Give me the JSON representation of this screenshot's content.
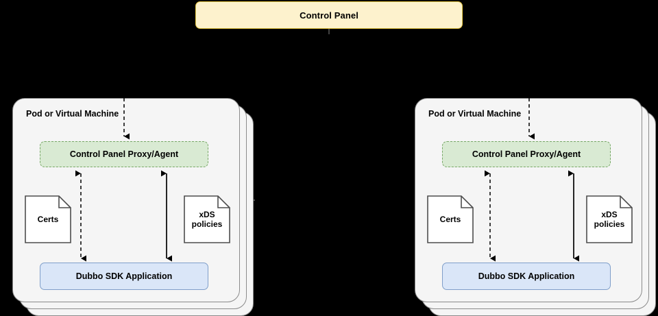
{
  "diagram": {
    "background_color": "#000000",
    "control_panel": {
      "label": "Control Panel",
      "fill": "#fdf2cd",
      "stroke": "#e8c742"
    },
    "pods": [
      {
        "id": "left",
        "title": "Pod or Virtual Machine",
        "stack_layers": 3,
        "fill": "#f5f5f5",
        "stroke": "#8a8a8a",
        "proxy": {
          "label": "Control Panel Proxy/Agent",
          "fill": "#d9ead3",
          "stroke": "#77a766",
          "stroke_style": "dashed"
        },
        "application": {
          "label": "Dubbo SDK Application",
          "fill": "#dae6f8",
          "stroke": "#7f9ec9",
          "stroke_style": "solid"
        },
        "documents": [
          {
            "id": "certs",
            "lines": [
              "Certs"
            ]
          },
          {
            "id": "xds",
            "lines": [
              "xDS",
              "policies"
            ]
          }
        ],
        "connectors": [
          {
            "id": "control-panel-to-proxy",
            "style": "dashed",
            "arrows": "down"
          },
          {
            "id": "proxy-to-app-certs",
            "style": "dashed",
            "arrows": "both"
          },
          {
            "id": "proxy-to-app-xds",
            "style": "solid",
            "arrows": "both"
          }
        ]
      },
      {
        "id": "right",
        "title": "Pod or Virtual Machine",
        "stack_layers": 3,
        "fill": "#f5f5f5",
        "stroke": "#8a8a8a",
        "proxy": {
          "label": "Control Panel Proxy/Agent",
          "fill": "#d9ead3",
          "stroke": "#77a766",
          "stroke_style": "dashed"
        },
        "application": {
          "label": "Dubbo SDK Application",
          "fill": "#dae6f8",
          "stroke": "#7f9ec9",
          "stroke_style": "solid"
        },
        "documents": [
          {
            "id": "certs",
            "lines": [
              "Certs"
            ]
          },
          {
            "id": "xds",
            "lines": [
              "xDS",
              "policies"
            ]
          }
        ],
        "connectors": [
          {
            "id": "control-panel-to-proxy",
            "style": "dashed",
            "arrows": "down"
          },
          {
            "id": "proxy-to-app-certs",
            "style": "dashed",
            "arrows": "both"
          },
          {
            "id": "proxy-to-app-xds",
            "style": "solid",
            "arrows": "both"
          }
        ]
      }
    ]
  }
}
